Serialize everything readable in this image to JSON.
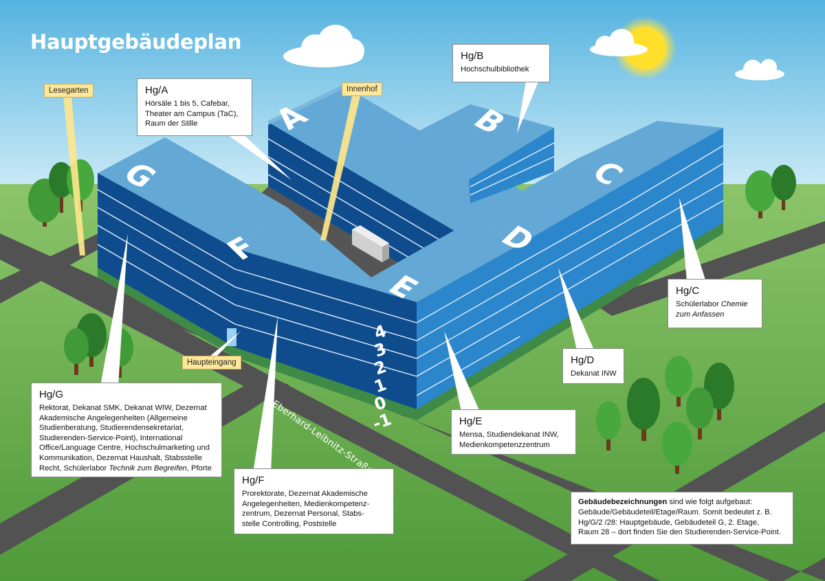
{
  "title": "Hauptgebäudeplan",
  "colors": {
    "sky_top": "#5cb6e0",
    "sky_bottom": "#c7e9f7",
    "grass": "#5fa843",
    "road": "#505050",
    "building_dark": "#0e4b8e",
    "building_mid": "#2a86cc",
    "roof": "#62a8d4",
    "tag": "#fce79b"
  },
  "building_letters": [
    "A",
    "B",
    "C",
    "D",
    "E",
    "F",
    "G"
  ],
  "floor_numbers": [
    "4",
    "3",
    "2",
    "1",
    "0",
    "-1"
  ],
  "tags": {
    "lesegarten": "Lesegarten",
    "innenhof": "Innenhof",
    "haupteingang": "Haupteingang"
  },
  "street": "Eberhard-Leibnitz-Straße",
  "callouts": {
    "hg_a": {
      "code": "Hg/A",
      "desc": "Hörsäle 1 bis 5, Cafebar,\nTheater am Campus (TaC),\nRaum der Stille"
    },
    "hg_b": {
      "code": "Hg/B",
      "desc": "Hochschulbibliothek"
    },
    "hg_c": {
      "code": "Hg/C",
      "desc_plain": "Schülerlabor ",
      "desc_italic": "Chemie\nzum Anfassen"
    },
    "hg_d": {
      "code": "Hg/D",
      "desc": "Dekanat INW"
    },
    "hg_e": {
      "code": "Hg/E",
      "desc": "Mensa, Studiendekanat INW,\nMedienkompetenzzentrum"
    },
    "hg_f": {
      "code": "Hg/F",
      "desc": "Prorektorate, Dezernat Akademische\nAngelegenheiten, Medienkompetenz-\nzentrum, Dezernat Personal, Stabs-\nstelle Controlling, Poststelle"
    },
    "hg_g": {
      "code": "Hg/G",
      "desc_plain": "Rektorat, Dekanat SMK, Dekanat WIW, Dezernat\nAkademische Angelegenheiten (Allgemeine\nStudienberatung, Studierendensekretariat,\nStudierenden-Service-Point), International\nOffice/Language Centre, Hochschulmarketing und\nKommunikation, Dezernat Haushalt, Stabsstelle\nRecht, Schülerlabor ",
      "desc_italic": "Technik zum Begreifen",
      "desc_tail": ", Pforte"
    }
  },
  "note": {
    "bold": "Gebäudebezeichnungen",
    "text": " sind wie folgt aufgebaut:\nGebäude/Gebäudeteil/Etage/Raum. Somit bedeutet z. B.\nHg/G/2 /28: Hauptgebäude, Gebäudeteil G, 2. Etage,\nRaum 28 – dort finden Sie den Studierenden-Service-Point."
  }
}
